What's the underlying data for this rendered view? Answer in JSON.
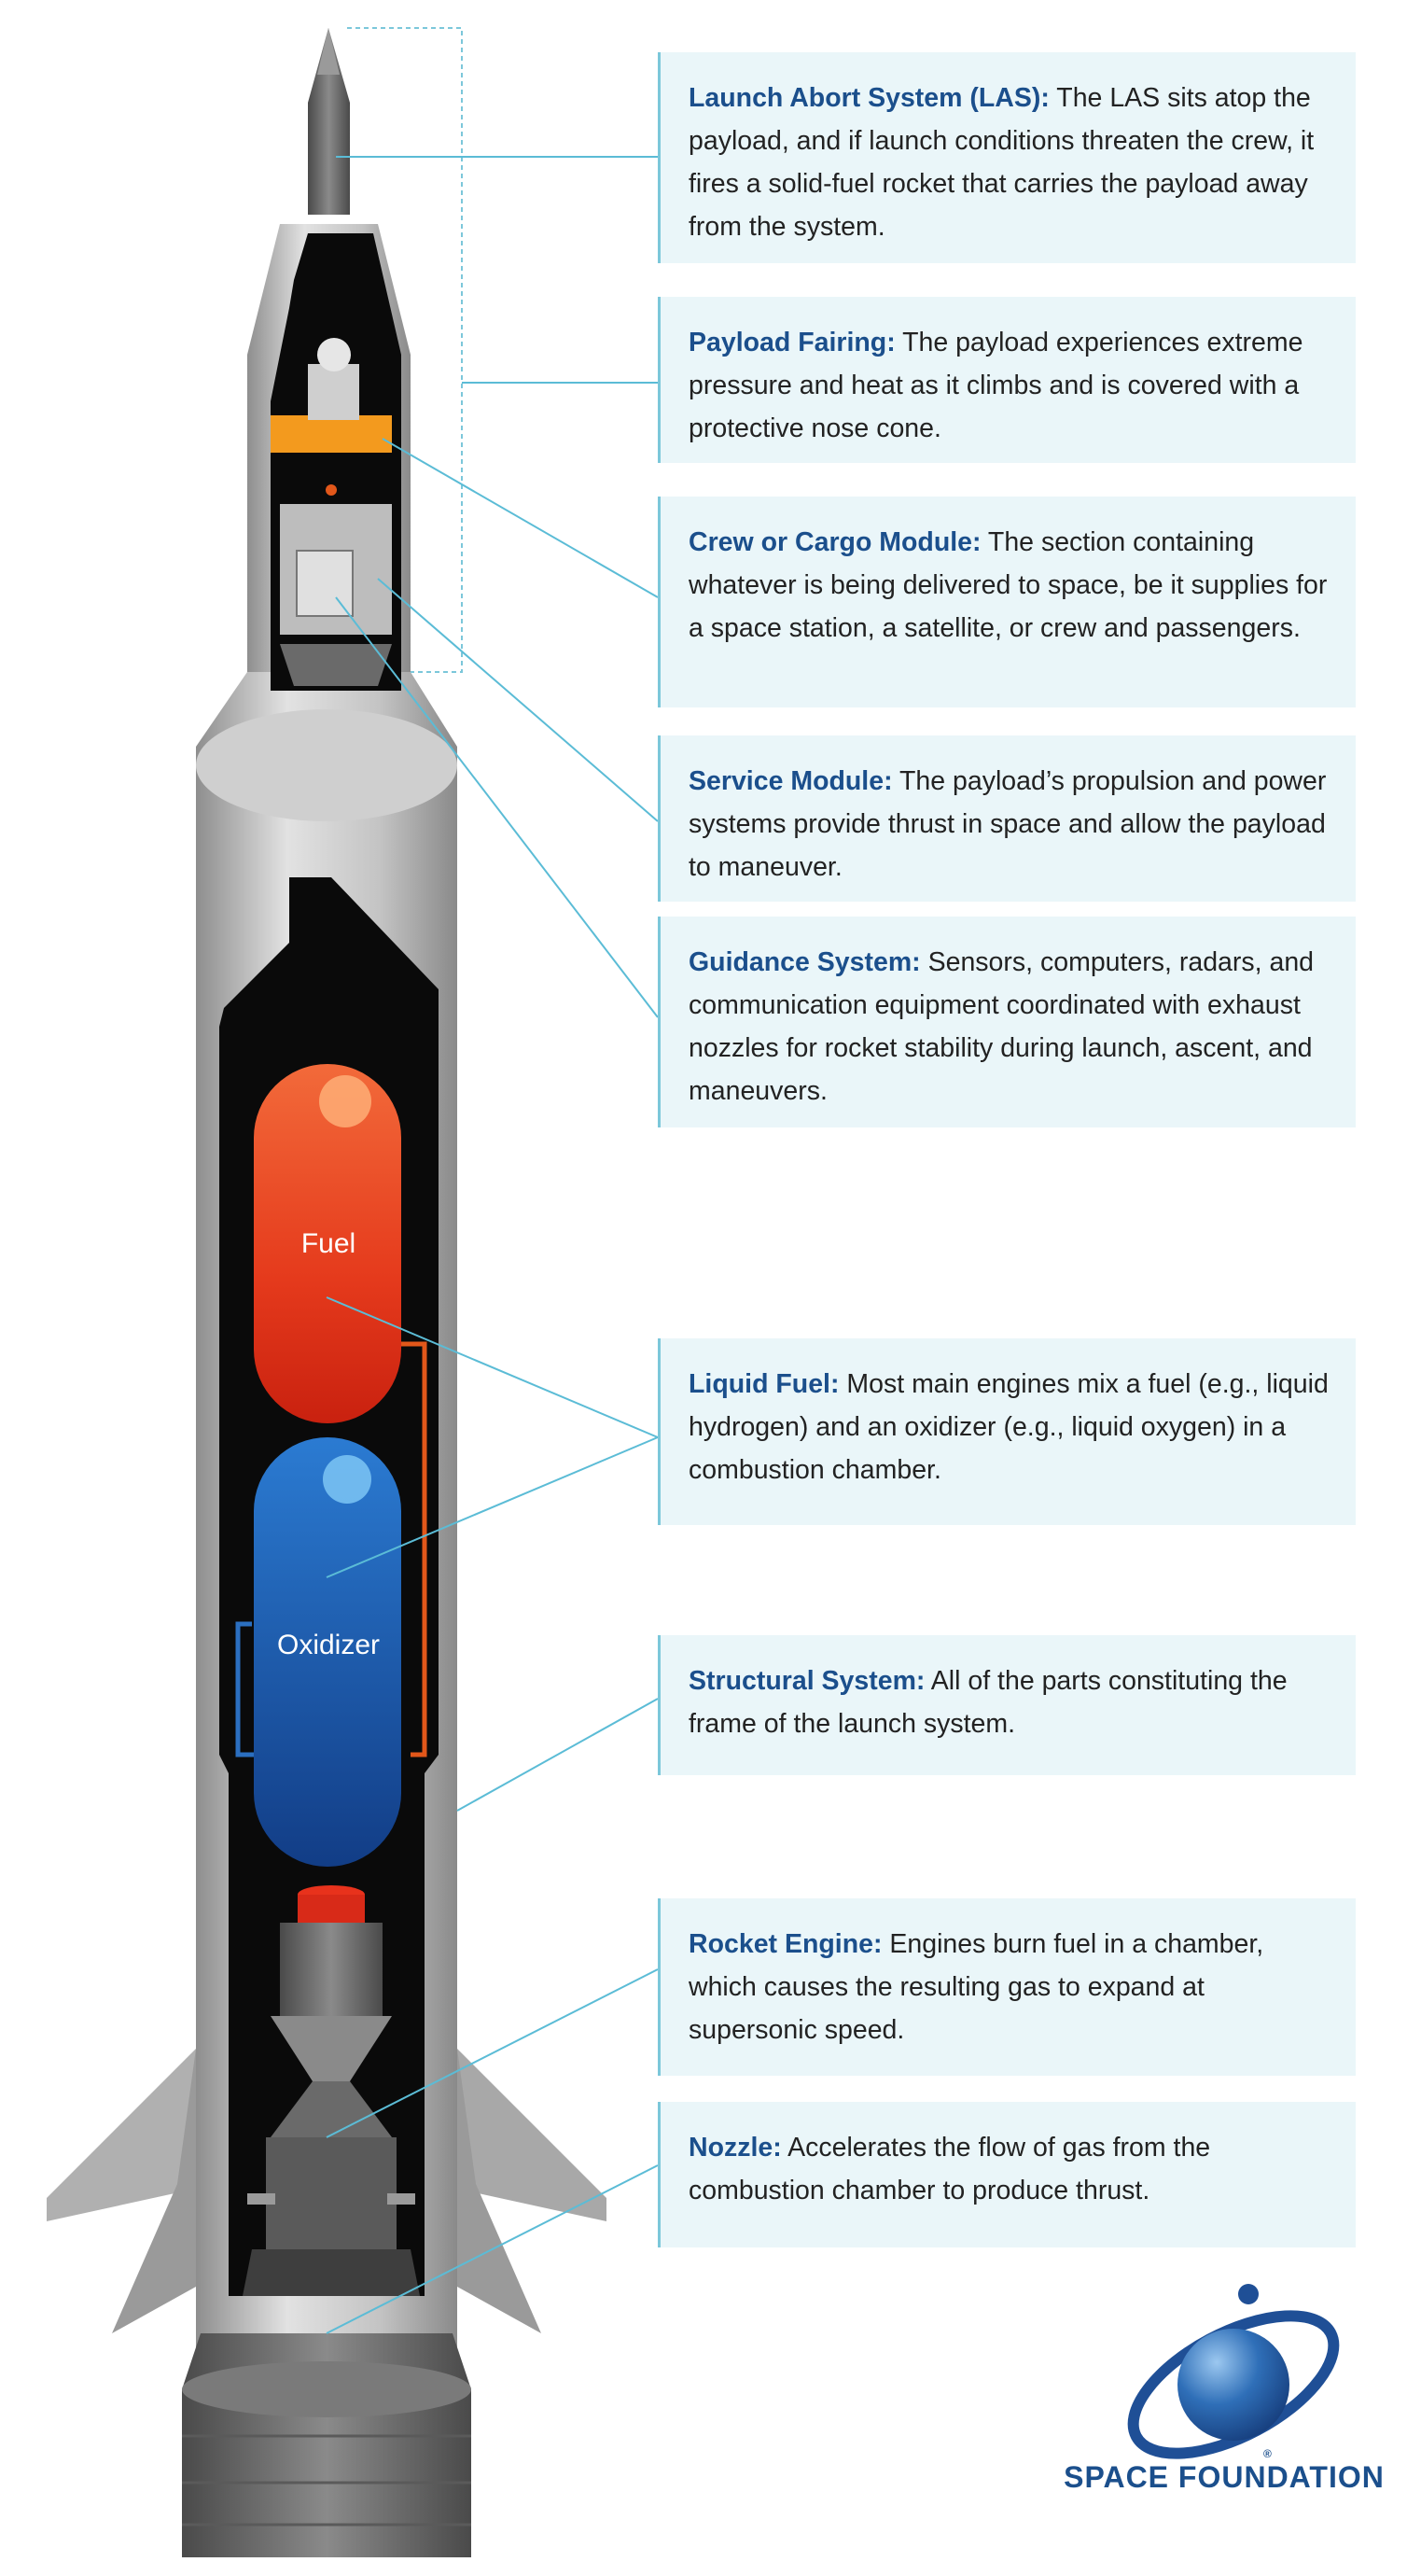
{
  "callouts": [
    {
      "title": "Launch Abort System (LAS):",
      "text": " The LAS sits atop the payload, and if launch conditions threaten the crew, it fires a solid-fuel rocket that carries the payload away from the system."
    },
    {
      "title": "Payload Fairing:",
      "text": " The payload experiences extreme pressure and heat as it climbs and is covered with a protective nose cone."
    },
    {
      "title": "Crew or Cargo Module:",
      "text": " The section containing whatever is being delivered to space, be it supplies for a space station, a satellite, or crew and passengers."
    },
    {
      "title": "Service Module:",
      "text": " The payload’s propulsion and power systems provide thrust in space and allow the payload to maneuver."
    },
    {
      "title": "Guidance System:",
      "text": " Sensors, computers, radars, and communication equipment coordinated with exhaust nozzles for rocket stability during launch, ascent, and maneuvers."
    },
    {
      "title": "Liquid Fuel:",
      "text": " Most main engines mix a fuel (e.g., liquid hydrogen) and an oxidizer (e.g., liquid oxygen) in a combustion chamber."
    },
    {
      "title": "Structural System:",
      "text": " All of the parts constituting the frame of the launch system."
    },
    {
      "title": "Rocket Engine:",
      "text": " Engines burn fuel in a chamber, which causes the resulting gas to expand at supersonic speed."
    },
    {
      "title": "Nozzle:",
      "text": " Accelerates the flow of gas from the combustion chamber to produce thrust."
    }
  ],
  "tank_labels": {
    "fuel": "Fuel",
    "oxidizer": "Oxidizer"
  },
  "logo": {
    "name": "SPACE FOUNDATION",
    "registered": "®"
  },
  "colors": {
    "title_blue": "#1b4f8c",
    "callout_bg": "#eaf6f9",
    "leader_line": "#5bbcd6",
    "fuel": "#e84a1f",
    "oxidizer": "#1f5fb0",
    "rocket_gray": "#b8b8b8"
  }
}
